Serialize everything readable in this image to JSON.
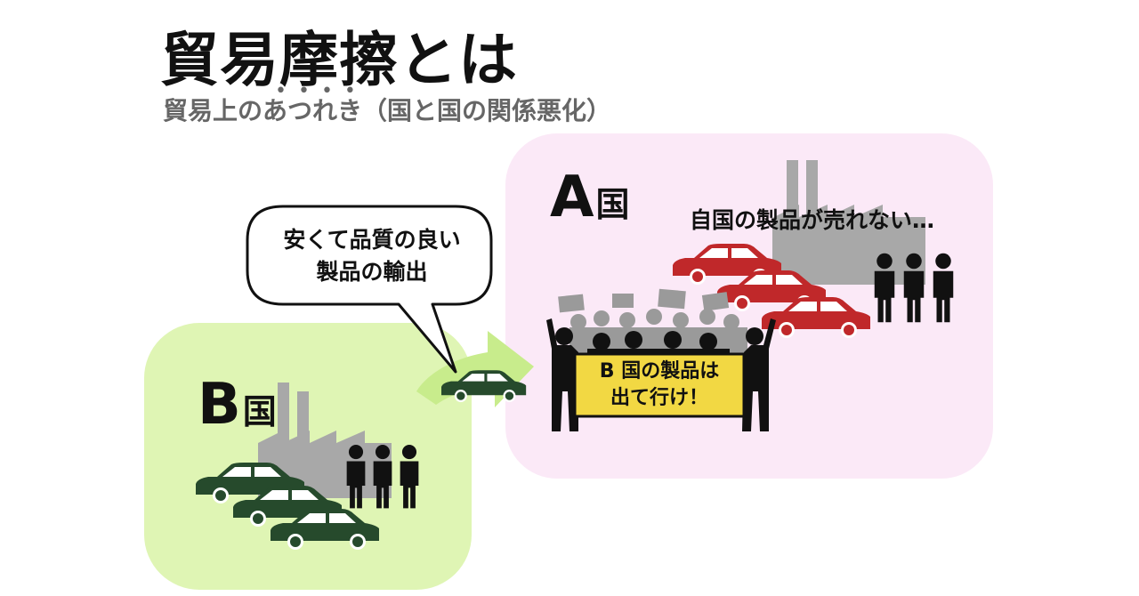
{
  "title": "貿易摩擦とは",
  "subtitle": "貿易上のあつれき（国と国の関係悪化）",
  "emphasis_dots": "••••",
  "country_a": {
    "letter": "A",
    "suffix": "国",
    "thought": "自国の製品が売れない…"
  },
  "country_b": {
    "letter": "B",
    "suffix": "国"
  },
  "bubble": {
    "line1": "安くて品質の良い",
    "line2": "製品の輸出"
  },
  "banner": {
    "line1": "B 国の製品は",
    "line2": "出て行け！"
  },
  "colors": {
    "region_a": "#fbe9f7",
    "region_b": "#dff5b4",
    "arrow": "#c8ec8c",
    "red_car": "#c0282a",
    "green_car": "#264a2c",
    "factory": "#a8a8a8",
    "banner": "#f2d843"
  },
  "icons": [
    "factory-icon",
    "car-icon",
    "person-icon",
    "protest-crowd-icon",
    "placard-icon"
  ]
}
